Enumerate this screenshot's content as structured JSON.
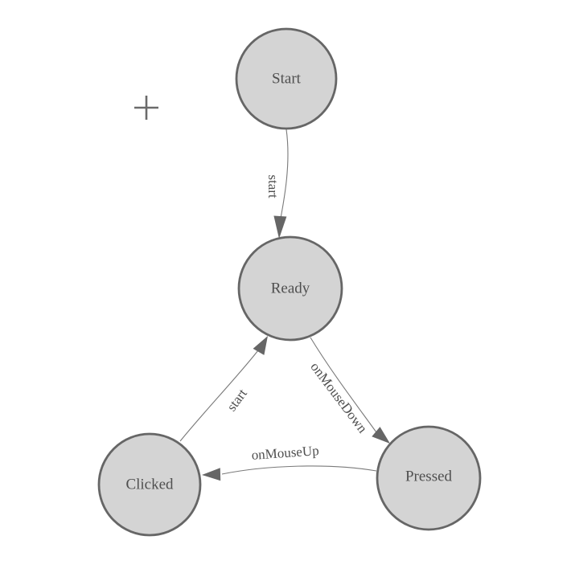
{
  "colors": {
    "background": "#ffffff",
    "node_fill": "#d4d4d4",
    "node_border": "#666666",
    "edge_line": "#7a7a7a",
    "arrowhead": "#666666",
    "label_text": "#4f4f4f",
    "crosshair": "#6b6b6b"
  },
  "nodes": [
    {
      "id": "start",
      "label": "Start"
    },
    {
      "id": "ready",
      "label": "Ready"
    },
    {
      "id": "clicked",
      "label": "Clicked"
    },
    {
      "id": "pressed",
      "label": "Pressed"
    }
  ],
  "edges": [
    {
      "from": "Start",
      "to": "Ready",
      "label": "start"
    },
    {
      "from": "Ready",
      "to": "Pressed",
      "label": "onMouseDown"
    },
    {
      "from": "Pressed",
      "to": "Clicked",
      "label": "onMouseUp"
    },
    {
      "from": "Clicked",
      "to": "Ready",
      "label": "start"
    }
  ],
  "cursor": {
    "type": "crosshair-marker"
  }
}
